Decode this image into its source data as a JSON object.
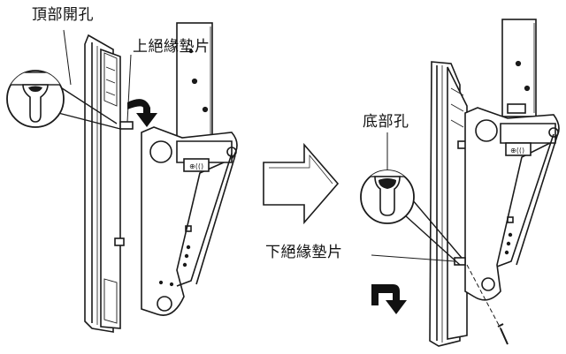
{
  "labels": {
    "top_opening": "頂部開孔",
    "upper_insulation_pad": "上絕緣墊片",
    "bottom_hole": "底部孔",
    "lower_insulation_pad": "下絕緣墊片"
  },
  "colors": {
    "line": "#1a1a1a",
    "fill": "#ffffff",
    "accent_arrow": "#111111"
  },
  "icons": {
    "rotation_arrow": "curved-arrow-down",
    "transition_arrow": "hollow-arrow-right"
  }
}
